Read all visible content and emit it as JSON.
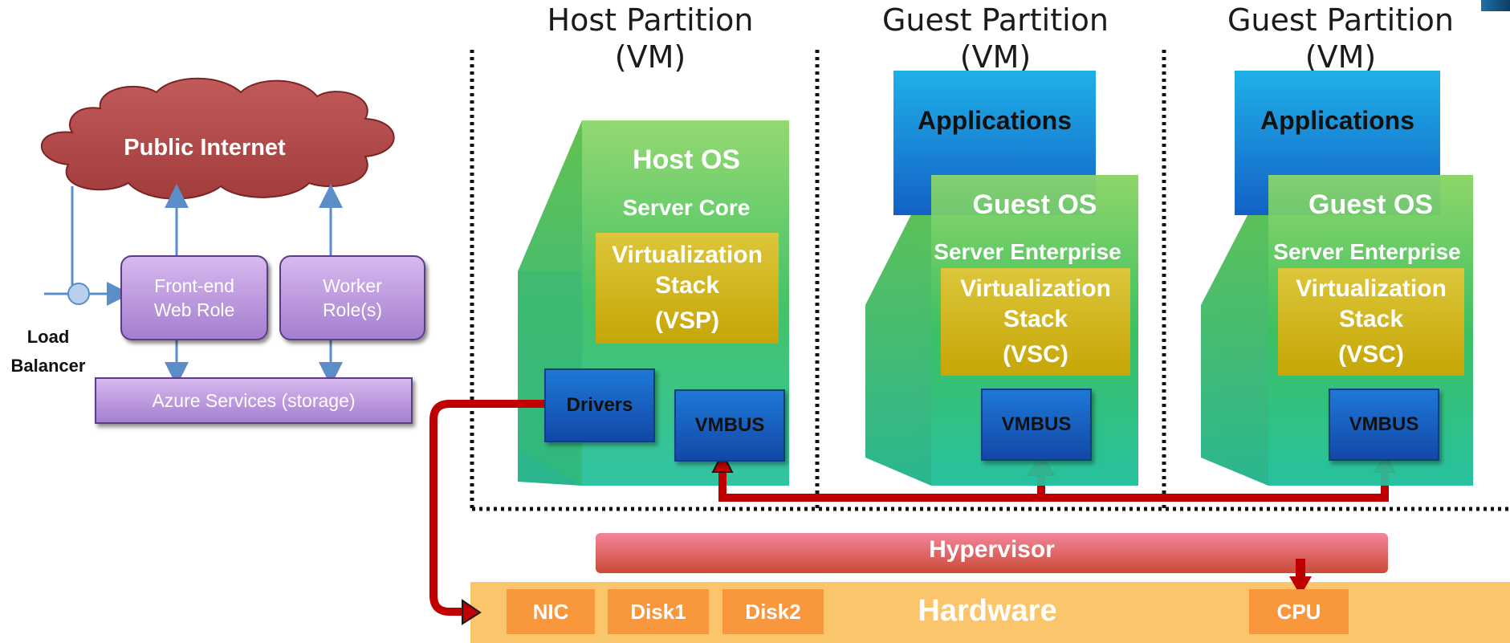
{
  "left_diagram": {
    "cloud_label": "Public Internet",
    "front_end_line1": "Front-end",
    "front_end_line2": "Web Role",
    "worker_line1": "Worker",
    "worker_line2": "Role(s)",
    "load_balancer_line1": "Load",
    "load_balancer_line2": "Balancer",
    "azure_services": "Azure Services (storage)"
  },
  "host": {
    "title_line1": "Host Partition",
    "title_line2": "(VM)",
    "os": "Host OS",
    "edition": "Server Core",
    "stack_line1": "Virtualization",
    "stack_line2": "Stack",
    "stack_line3": "(VSP)",
    "drivers": "Drivers",
    "vmbus": "VMBUS"
  },
  "guests": [
    {
      "title_line1": "Guest Partition",
      "title_line2": "(VM)",
      "applications": "Applications",
      "os": "Guest OS",
      "edition": "Server Enterprise",
      "stack_line1": "Virtualization",
      "stack_line2": "Stack",
      "stack_line3": "(VSC)",
      "vmbus": "VMBUS"
    },
    {
      "title_line1": "Guest Partition",
      "title_line2": "(VM)",
      "applications": "Applications",
      "os": "Guest OS",
      "edition": "Server Enterprise",
      "stack_line1": "Virtualization",
      "stack_line2": "Stack",
      "stack_line3": "(VSC)",
      "vmbus": "VMBUS"
    }
  ],
  "hypervisor": "Hypervisor",
  "hardware": {
    "label": "Hardware",
    "nic": "NIC",
    "disk1": "Disk1",
    "disk2": "Disk2",
    "cpu": "CPU"
  },
  "colors": {
    "cloud": "#b04848",
    "purple": "#a57fd0",
    "green": "#3cc060",
    "yellow": "#d2b51e",
    "blue": "#1c64c4",
    "arrow_red": "#c00000",
    "arrow_blue": "#5b8ec8",
    "hardware": "#fbc56c",
    "orange": "#f8973b"
  }
}
